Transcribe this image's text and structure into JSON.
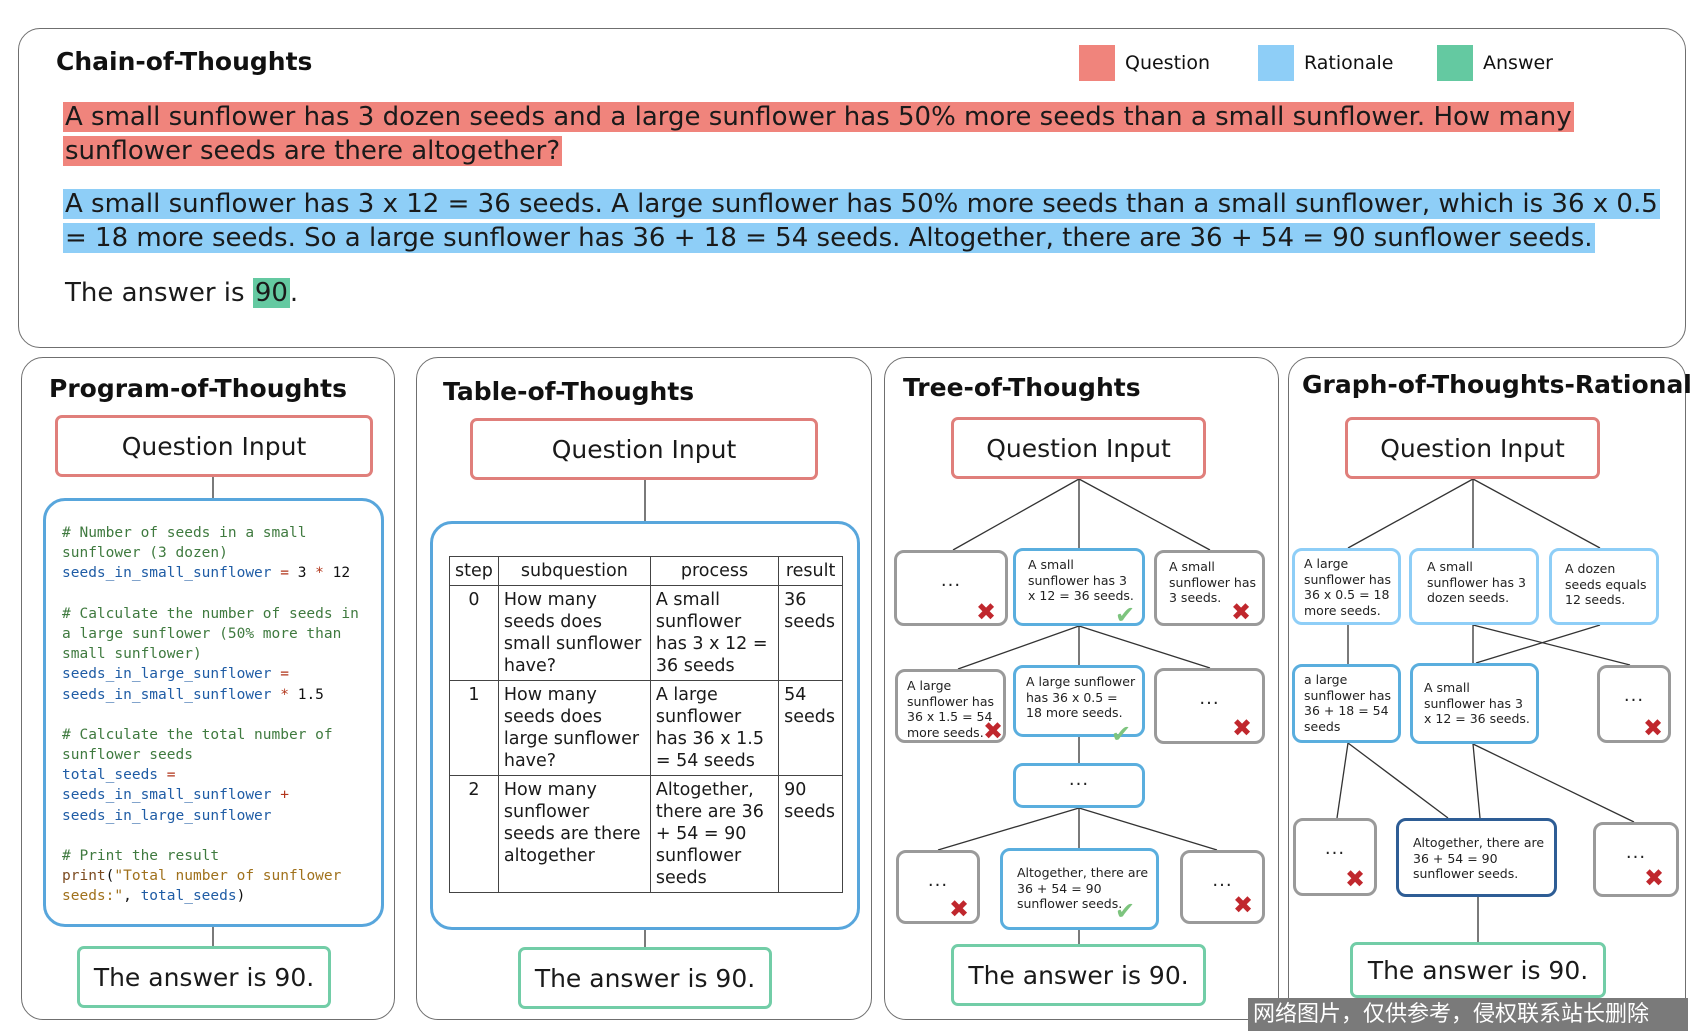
{
  "cot": {
    "title": "Chain-of-Thoughts",
    "legend": [
      {
        "label": "Question",
        "color": "#f0847c"
      },
      {
        "label": "Rationale",
        "color": "#8ecef7"
      },
      {
        "label": "Answer",
        "color": "#64c9a1"
      }
    ],
    "question_line1": "A small sunflower has 3 dozen seeds and a large sunflower has 50% more seeds than a small sunflower.  How many",
    "question_line2": "sunflower seeds are there altogether?",
    "rationale_line1": "A small sunflower has 3 x 12 = 36 seeds. A large sunflower has 50% more seeds than a small sunflower, which is 36 x 0.5",
    "rationale_line2": "= 18 more seeds. So a large sunflower has 36 + 18 = 54 seeds. Altogether, there are 36 + 54 = 90 sunflower seeds.",
    "answer_prefix": "The answer is",
    "answer_value": "90",
    "answer_suffix": "."
  },
  "pot": {
    "title": "Program-of-Thoughts",
    "question_input": "Question Input",
    "code_lines": [
      [
        {
          "t": "# Number of seeds in a small",
          "c": "com"
        }
      ],
      [
        {
          "t": "sunflower (3 dozen)",
          "c": "com"
        }
      ],
      [
        {
          "t": "seeds_in_small_sunflower",
          "c": "var"
        },
        {
          "t": " = ",
          "c": "op"
        },
        {
          "t": "3",
          "c": "num"
        },
        {
          "t": " * ",
          "c": "op"
        },
        {
          "t": "12",
          "c": "num"
        }
      ],
      [],
      [
        {
          "t": "# Calculate the number of seeds in",
          "c": "com"
        }
      ],
      [
        {
          "t": "a large sunflower (50% more than",
          "c": "com"
        }
      ],
      [
        {
          "t": "small sunflower)",
          "c": "com"
        }
      ],
      [
        {
          "t": "seeds_in_large_sunflower",
          "c": "var"
        },
        {
          "t": " =",
          "c": "op"
        }
      ],
      [
        {
          "t": "seeds_in_small_sunflower",
          "c": "var"
        },
        {
          "t": " * ",
          "c": "op"
        },
        {
          "t": "1.5",
          "c": "num"
        }
      ],
      [],
      [
        {
          "t": "# Calculate the total number of",
          "c": "com"
        }
      ],
      [
        {
          "t": "sunflower seeds",
          "c": "com"
        }
      ],
      [
        {
          "t": "total_seeds",
          "c": "var"
        },
        {
          "t": " =",
          "c": "op"
        }
      ],
      [
        {
          "t": "seeds_in_small_sunflower",
          "c": "var"
        },
        {
          "t": " +",
          "c": "op"
        }
      ],
      [
        {
          "t": "seeds_in_large_sunflower",
          "c": "var"
        }
      ],
      [],
      [
        {
          "t": "# Print the result",
          "c": "com"
        }
      ],
      [
        {
          "t": "print",
          "c": "fn"
        },
        {
          "t": "(",
          "c": "num"
        },
        {
          "t": "\"Total number of sunflower",
          "c": "str"
        }
      ],
      [
        {
          "t": "seeds:\"",
          "c": "str"
        },
        {
          "t": ", ",
          "c": "num"
        },
        {
          "t": "total_seeds",
          "c": "var"
        },
        {
          "t": ")",
          "c": "num"
        }
      ]
    ],
    "answer": "The answer is 90."
  },
  "tot_table": {
    "title": "Table-of-Thoughts",
    "question_input": "Question Input",
    "headers": [
      "step",
      "subquestion",
      "process",
      "result"
    ],
    "rows": [
      [
        "0",
        "How many seeds does small sunflower have?",
        "A small sunflower has 3 x 12 = 36 seeds",
        "36 seeds"
      ],
      [
        "1",
        "How many seeds does large sunflower have?",
        "A large sunflower has 36 x 1.5 = 54 seeds",
        "54 seeds"
      ],
      [
        "2",
        "How many sunflower seeds are there altogether",
        "Altogether, there are 36 + 54 = 90 sunflower seeds",
        "90 seeds"
      ]
    ],
    "answer": "The answer is 90."
  },
  "tree": {
    "title": "Tree-of-Thoughts",
    "question_input": "Question Input",
    "l1_left": "...",
    "l1_mid": "A small sunflower has 3 x 12 = 36 seeds.",
    "l1_right": "A small sunflower has 3 seeds.",
    "l2_left": "A large sunflower has 36 x 1.5 = 54 more seeds.",
    "l2_mid": "A large sunflower has 36 x 0.5 = 18 more seeds.",
    "l2_right": "...",
    "l3_mid": "...",
    "l4_left": "...",
    "l4_mid": "Altogether, there are 36 + 54 = 90 sunflower seeds.",
    "l4_right": "...",
    "answer": "The answer is 90."
  },
  "graph": {
    "title": "Graph-of-Thoughts-Rationale",
    "question_input": "Question Input",
    "l1_a": "A large sunflower has 36 x 0.5 = 18 more seeds.",
    "l1_b": "A small sunflower has 3 dozen seeds.",
    "l1_c": "A dozen seeds equals 12 seeds.",
    "l2_a": "a large sunflower has 36 + 18 = 54 seeds",
    "l2_b": "A small sunflower has 3 x 12 = 36 seeds.",
    "l2_c": "...",
    "l3_a": "...",
    "l3_b": "Altogether, there are 36 + 54 = 90 sunflower seeds.",
    "l3_c": "...",
    "answer": "The answer is 90."
  },
  "marks": {
    "cross": "✖",
    "check": "✔"
  },
  "watermark": "网络图片，仅供参考，侵权联系站长删除"
}
